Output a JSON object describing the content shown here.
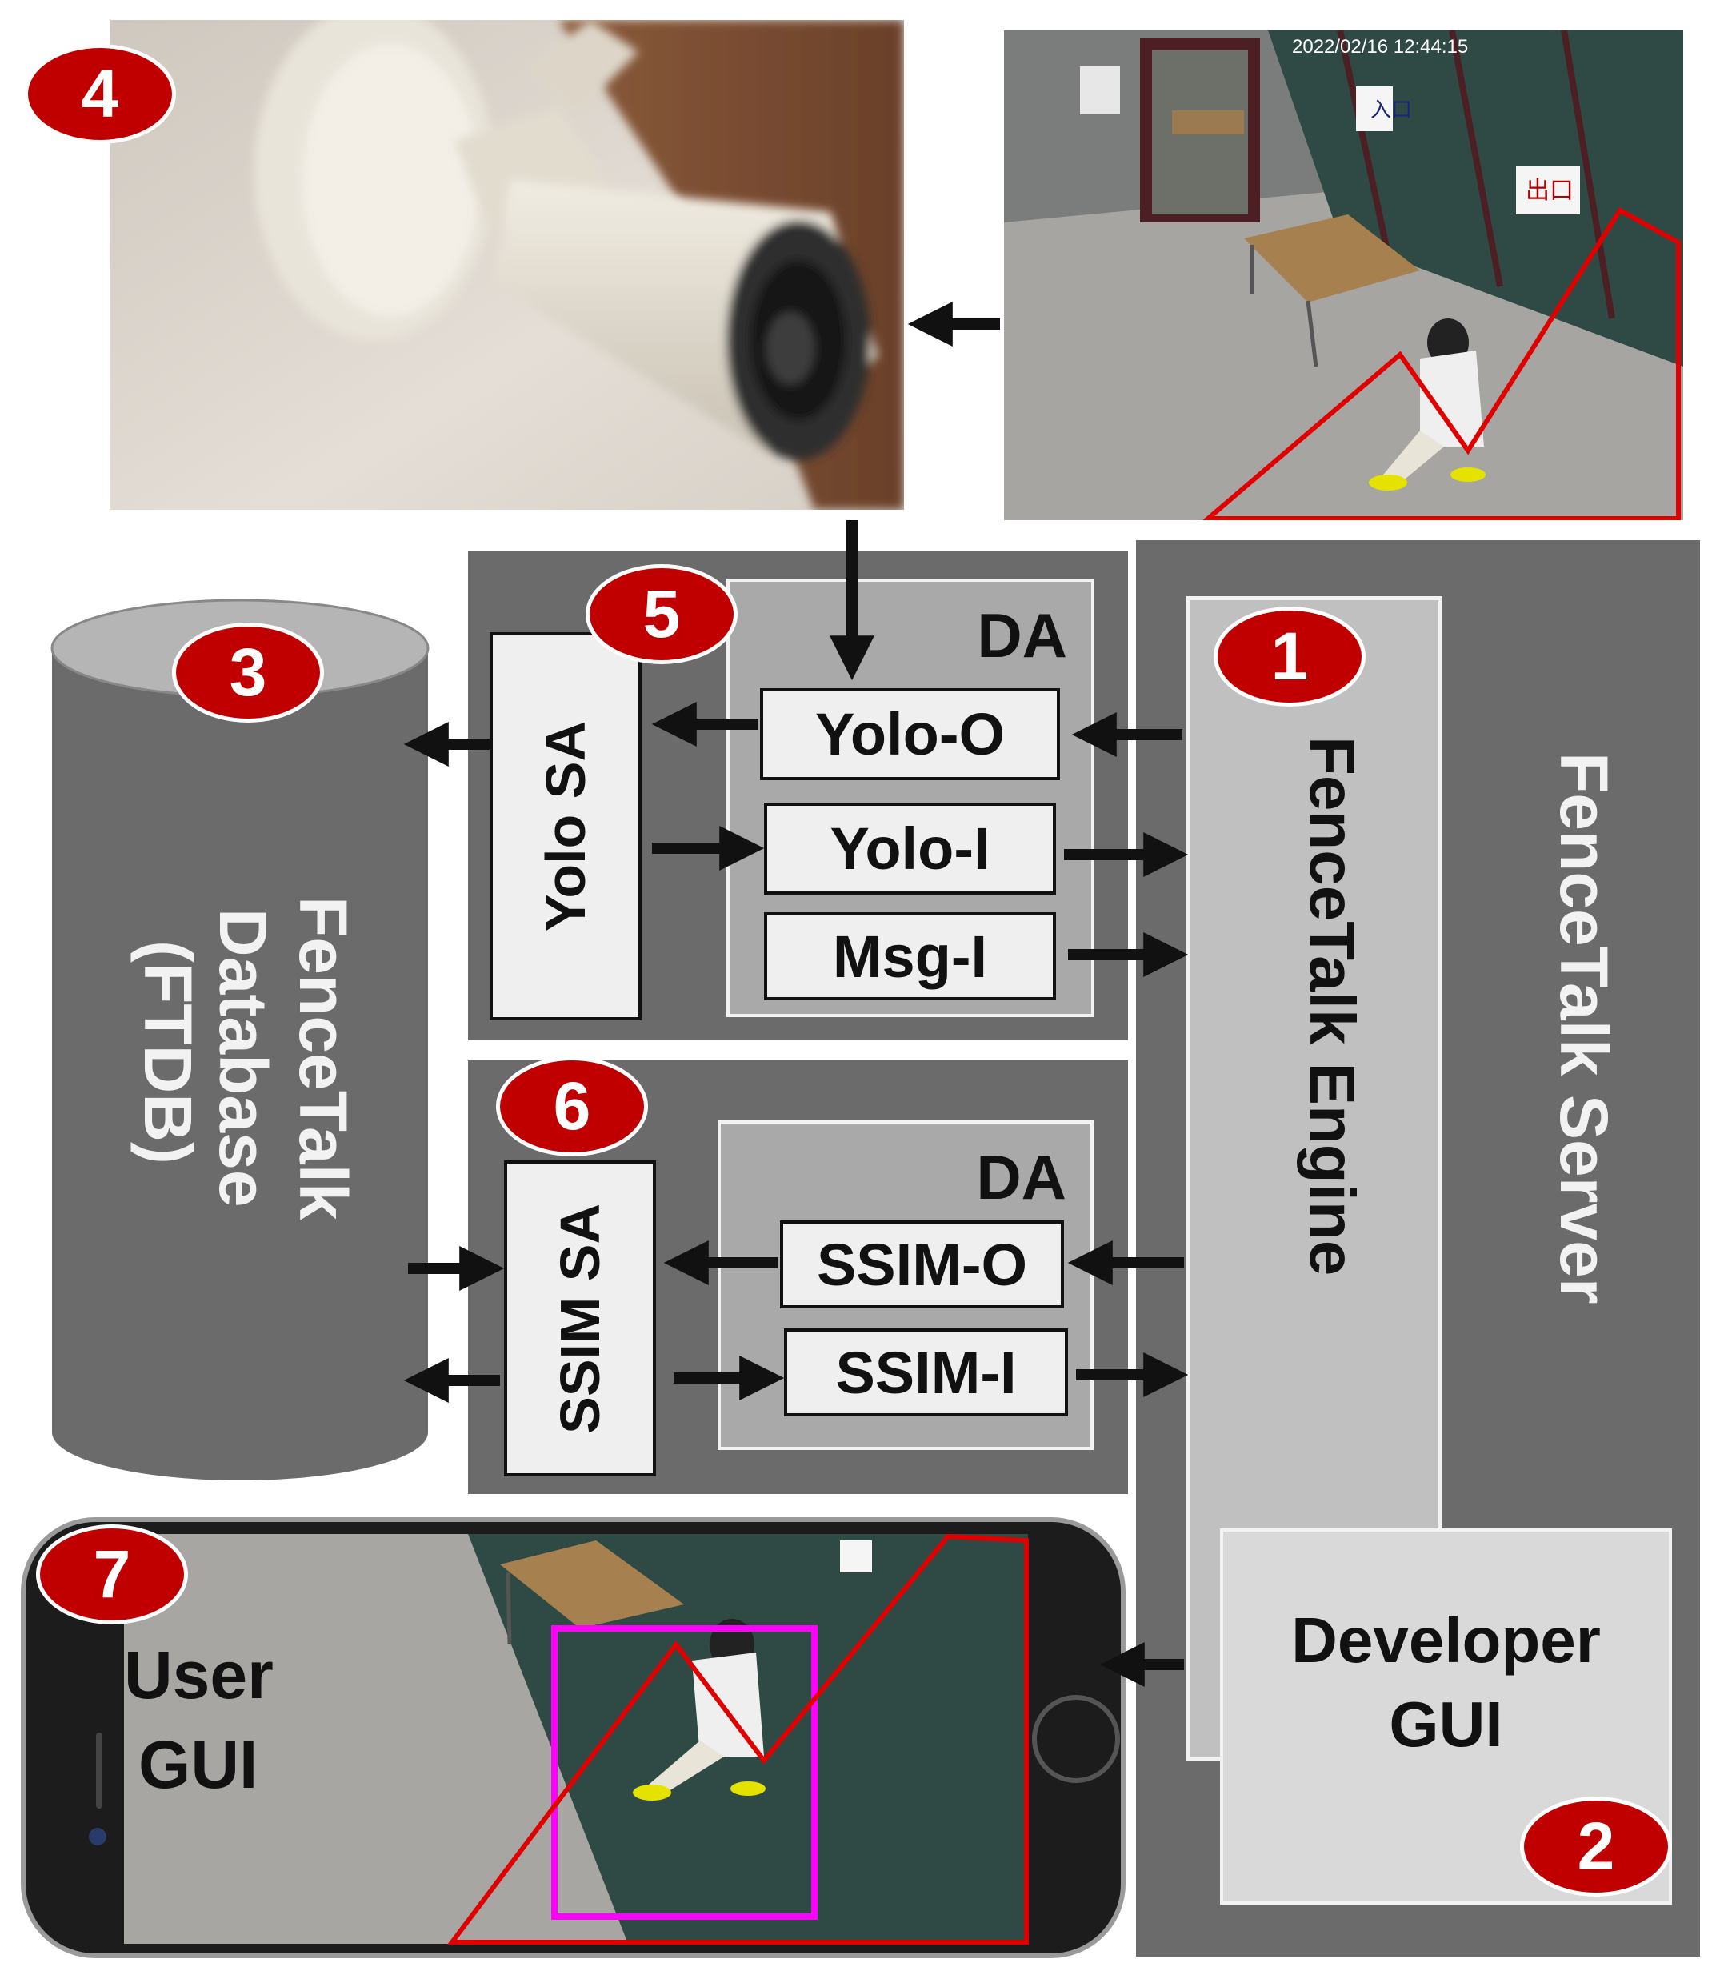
{
  "camera_timestamp": "2022/02/16 12:44:15",
  "signs": {
    "entrance": "入口",
    "exit": "出口"
  },
  "server_label": "FenceTalk Server",
  "engine_label": "FenceTalk Engine",
  "developer_gui": {
    "line1": "Developer",
    "line2": "GUI"
  },
  "database": {
    "line1": "FenceTalk",
    "line2": "Database",
    "line3": "(FTDB)"
  },
  "yolo_group": {
    "da_label": "DA",
    "sa_label": "Yolo SA",
    "boxes": [
      "Yolo-O",
      "Yolo-I",
      "Msg-I"
    ]
  },
  "ssim_group": {
    "da_label": "DA",
    "sa_label": "SSIM SA",
    "boxes": [
      "SSIM-O",
      "SSIM-I"
    ]
  },
  "user_gui": {
    "line1": "User",
    "line2": "GUI"
  },
  "badges": [
    "1",
    "2",
    "3",
    "4",
    "5",
    "6",
    "7"
  ],
  "colors": {
    "badge": "#c00000",
    "detection_zone": "#e00000",
    "detected_person_box": "#ff00ff",
    "server_panel": "#6b6b6b"
  }
}
